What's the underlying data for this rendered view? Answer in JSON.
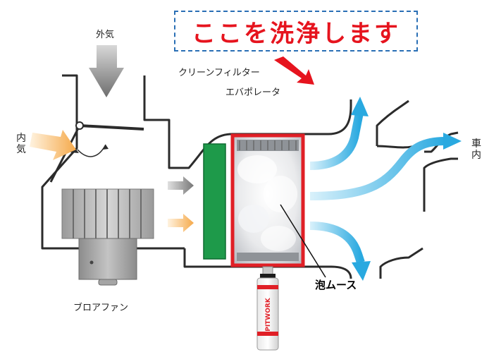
{
  "callout": {
    "text": "ここを洗浄します"
  },
  "labels": {
    "outside_air": "外気",
    "inside_air": "内気",
    "cabin": "車内",
    "clean_filter": "クリーンフィルター",
    "evaporator": "エバポレータ",
    "blower_fan": "ブロアファン",
    "foam_mousse": "泡ムース"
  },
  "product": {
    "brand": "PITWORK"
  },
  "colors": {
    "callout_text": "#e6141e",
    "callout_border": "#2a6fb5",
    "filter": "#1e9a4a",
    "evaporator_frame": "#e01f26",
    "airflow_out": "#29a9e0",
    "airflow_in_gray": "#8a8a8a",
    "airflow_in_orange": "#f5a94a"
  }
}
